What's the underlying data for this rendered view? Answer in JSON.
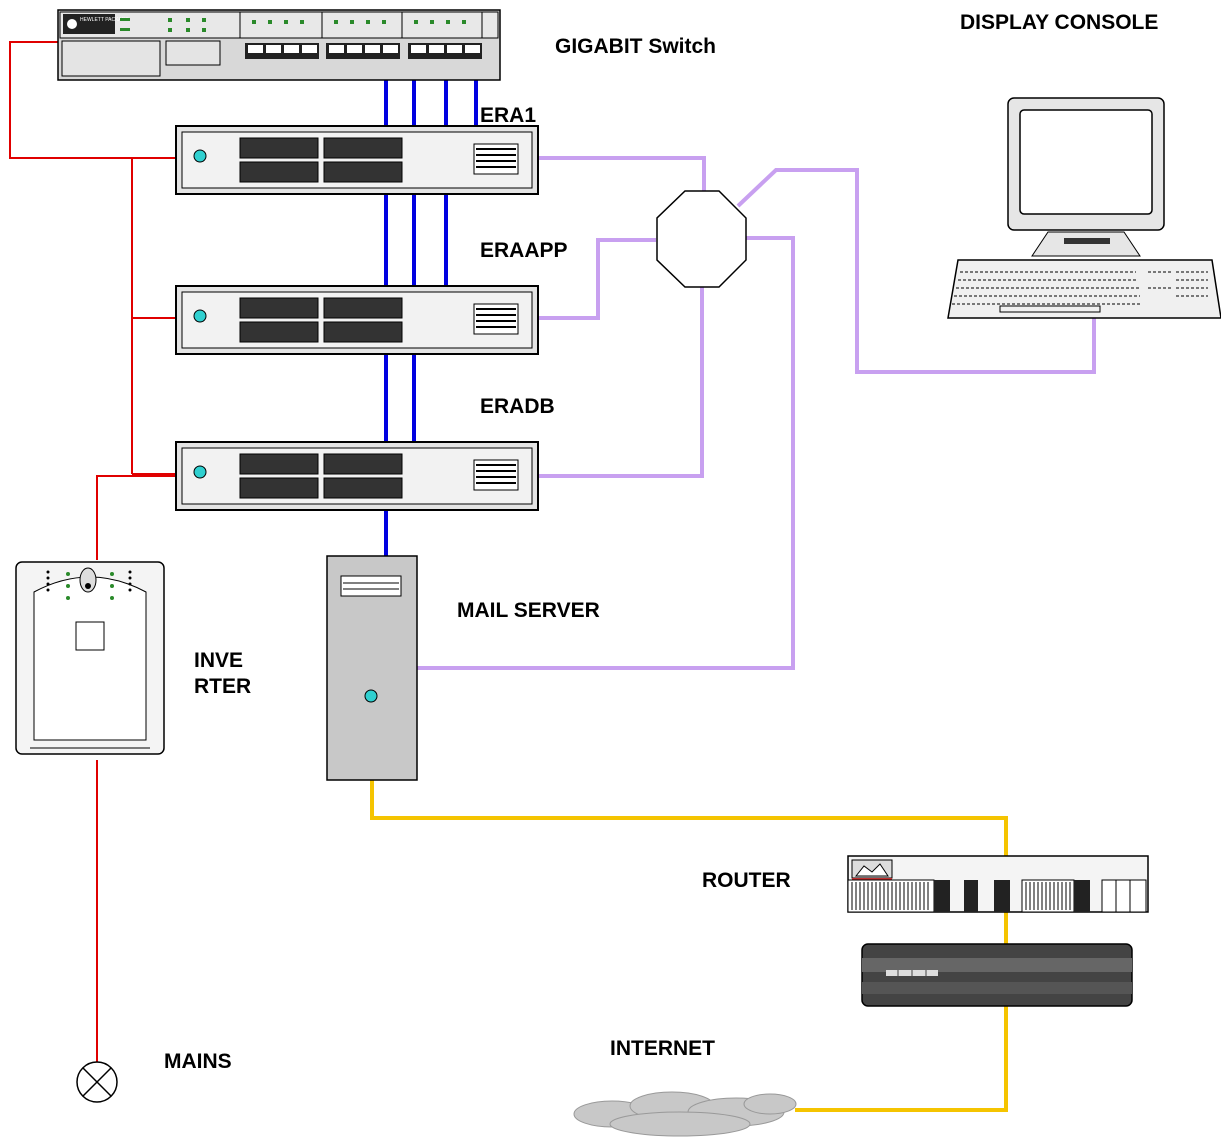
{
  "labels": {
    "switch": "GIGABIT Switch",
    "console": "DISPLAY CONSOLE",
    "era1": "ERA1",
    "eraapp": "ERAAPP",
    "eradb": "ERADB",
    "mail": "MAIL SERVER",
    "inverter": "INVE\nRTER",
    "router": "ROUTER",
    "internet": "INTERNET",
    "mains": "MAINS"
  },
  "switch_brand": "HEWLETT PACKARD",
  "colors": {
    "power": "#e00000",
    "gigabit": "#0000e0",
    "lan": "#c8a0f0",
    "wan": "#f5c400",
    "server_face": "#c8c8c8",
    "indicator": "#30d0d0"
  }
}
